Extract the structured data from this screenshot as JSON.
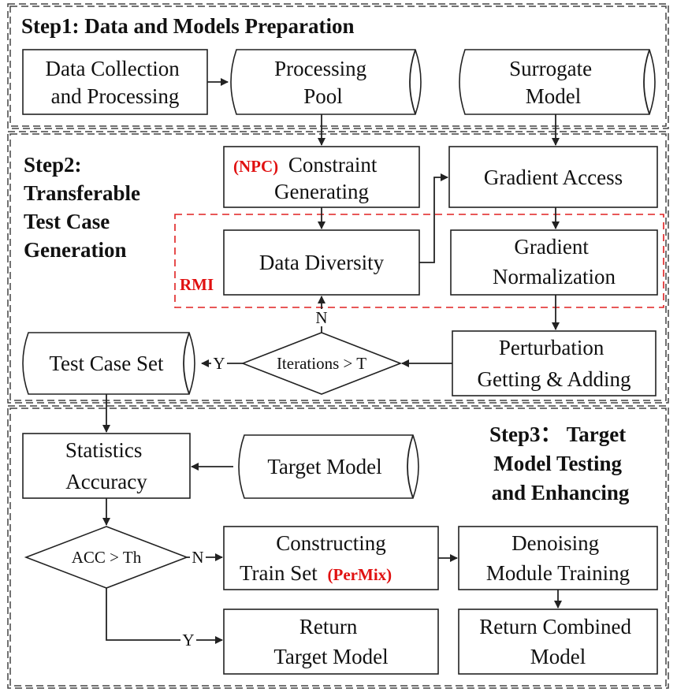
{
  "steps": {
    "step1": "Step1: Data and Models Preparation",
    "step2": [
      "Step2:",
      "Transferable",
      "Test Case",
      "Generation"
    ],
    "step3": [
      "Step3： Target",
      "Model Testing",
      "and Enhancing"
    ]
  },
  "nodes": {
    "data_collection": [
      "Data Collection",
      "and Processing"
    ],
    "processing_pool": [
      "Processing",
      "Pool"
    ],
    "surrogate_model": [
      "Surrogate",
      "Model"
    ],
    "constraint_generating": {
      "tag": "(NPC)",
      "line1": "Constraint",
      "line2": "Generating"
    },
    "gradient_access": "Gradient Access",
    "data_diversity": "Data Diversity",
    "gradient_normalization": [
      "Gradient",
      "Normalization"
    ],
    "rmi_label": "RMI",
    "perturbation": [
      "Perturbation",
      "Getting & Adding"
    ],
    "iterations_decision": "Iterations > T",
    "test_case_set": "Test Case Set",
    "statistics_accuracy": [
      "Statistics",
      "Accuracy"
    ],
    "target_model": "Target Model",
    "acc_decision": "ACC > Th",
    "constructing_train_set": {
      "line1": "Constructing",
      "line2": "Train Set",
      "tag": "(PerMix)"
    },
    "denoising_training": [
      "Denoising",
      "Module Training"
    ],
    "return_target_model": [
      "Return",
      "Target Model"
    ],
    "return_combined_model": [
      "Return Combined",
      "Model"
    ]
  },
  "edge_labels": {
    "iter_yes": "Y",
    "iter_no": "N",
    "acc_no": "N",
    "acc_yes": "Y"
  },
  "colors": {
    "accent_red": "#e01010",
    "line": "#222222"
  }
}
